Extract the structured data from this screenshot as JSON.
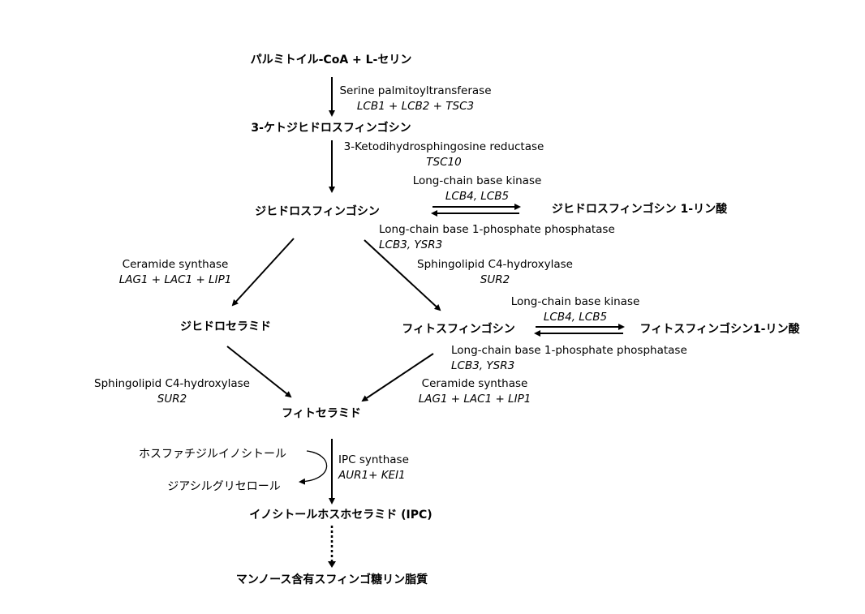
{
  "nodes": {
    "start": "パルミトイル-CoA  +   L-セリン",
    "ketodihydrosphingosine": "3-ケトジヒドロスフィンゴシン",
    "dihydrosphingosine": "ジヒドロスフィンゴシン",
    "dihydrosphingosine_1p": "ジヒドロスフィンゴシン 1-リン酸",
    "dihydroceramide": "ジヒドロセラミド",
    "phytosphingosine": "フィトスフィンゴシン",
    "phytosphingosine_1p": "フィトスフィンゴシン1-リン酸",
    "phytoceramide": "フィトセラミド",
    "phosphatidylinositol": "ホスファチジルイノシトール",
    "diacylglycerol": "ジアシルグリセロール",
    "ipc": "イノシトールホスホセラミド (IPC)",
    "mannose_lipid": "マンノース含有スフィンゴ糖リン脂質"
  },
  "labels": {
    "spt": {
      "enzyme": "Serine palmitoyltransferase",
      "genes": "LCB1 + LCB2 + TSC3"
    },
    "ksr": {
      "enzyme": "3-Ketodihydrosphingosine reductase",
      "genes": "TSC10"
    },
    "lcbk1": {
      "enzyme": "Long-chain base kinase",
      "genes": "LCB4, LCB5"
    },
    "lcbp1": {
      "enzyme": "Long-chain base 1-phosphate phosphatase",
      "genes": "LCB3, YSR3"
    },
    "cs1": {
      "enzyme": "Ceramide synthase",
      "genes": "LAG1 + LAC1 + LIP1"
    },
    "hyd1": {
      "enzyme": "Sphingolipid C4-hydroxylase",
      "genes": "SUR2"
    },
    "lcbk2": {
      "enzyme": "Long-chain base kinase",
      "genes": "LCB4, LCB5"
    },
    "lcbp2": {
      "enzyme": "Long-chain base 1-phosphate phosphatase",
      "genes": "LCB3, YSR3"
    },
    "hyd2": {
      "enzyme": "Sphingolipid C4-hydroxylase",
      "genes": "SUR2"
    },
    "cs2": {
      "enzyme": "Ceramide synthase",
      "genes": "LAG1 + LAC1 + LIP1"
    },
    "ipcs": {
      "enzyme": "IPC synthase",
      "genes": "AUR1+ KEI1"
    }
  }
}
